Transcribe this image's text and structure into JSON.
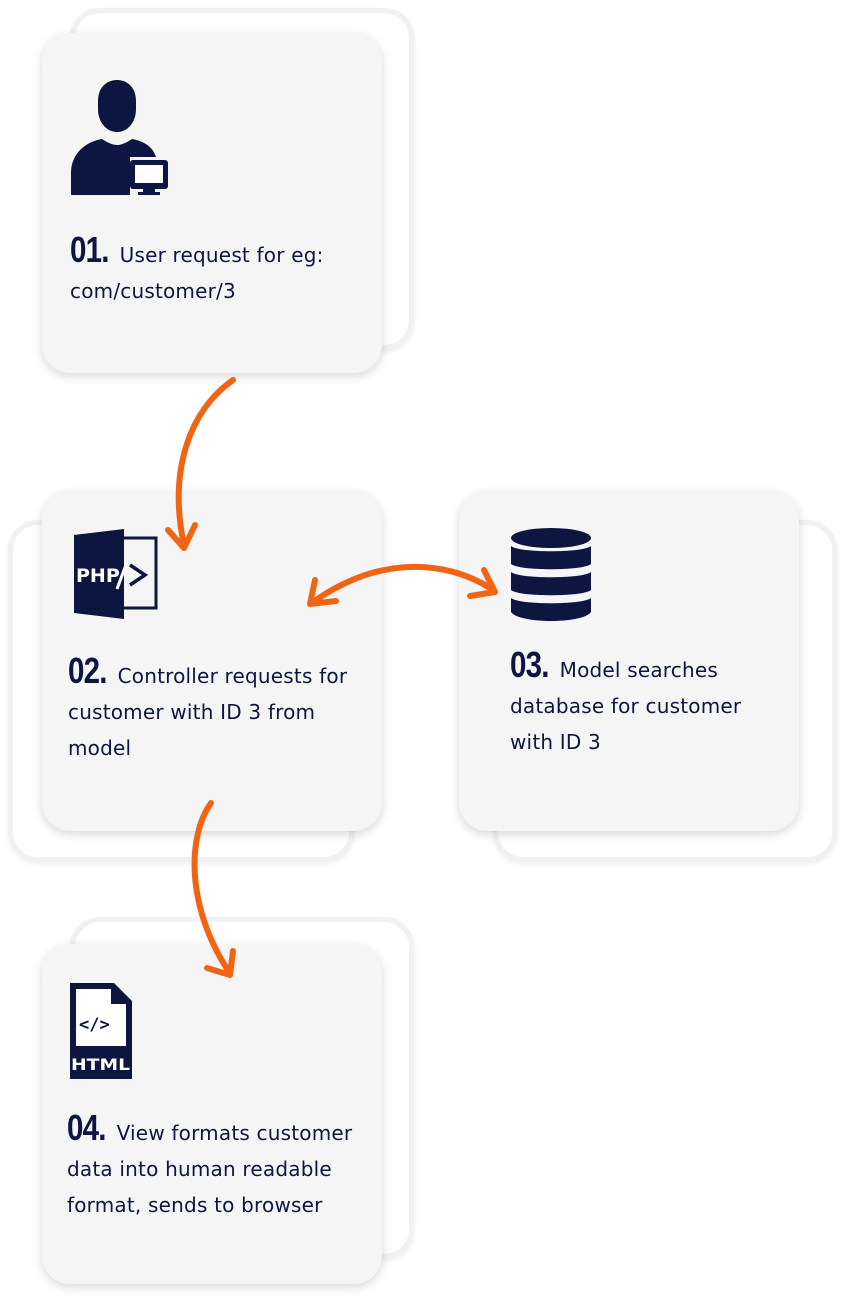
{
  "steps": [
    {
      "number": "01.",
      "text": "User request for  eg: com/customer/3",
      "icon": "user-computer-icon"
    },
    {
      "number": "02.",
      "text": "Controller requests for customer with ID 3 from model",
      "icon": "php-file-icon",
      "icon_label": "PHP"
    },
    {
      "number": "03.",
      "text": "Model searches database for customer with ID 3",
      "icon": "database-icon"
    },
    {
      "number": "04.",
      "text": "View formats customer data into human readable format, sends to browser",
      "icon": "html-file-icon",
      "icon_label": "HTML"
    }
  ],
  "colors": {
    "text": "#0d1640",
    "card_background": "#f5f5f6",
    "arrow": "#f06414"
  }
}
